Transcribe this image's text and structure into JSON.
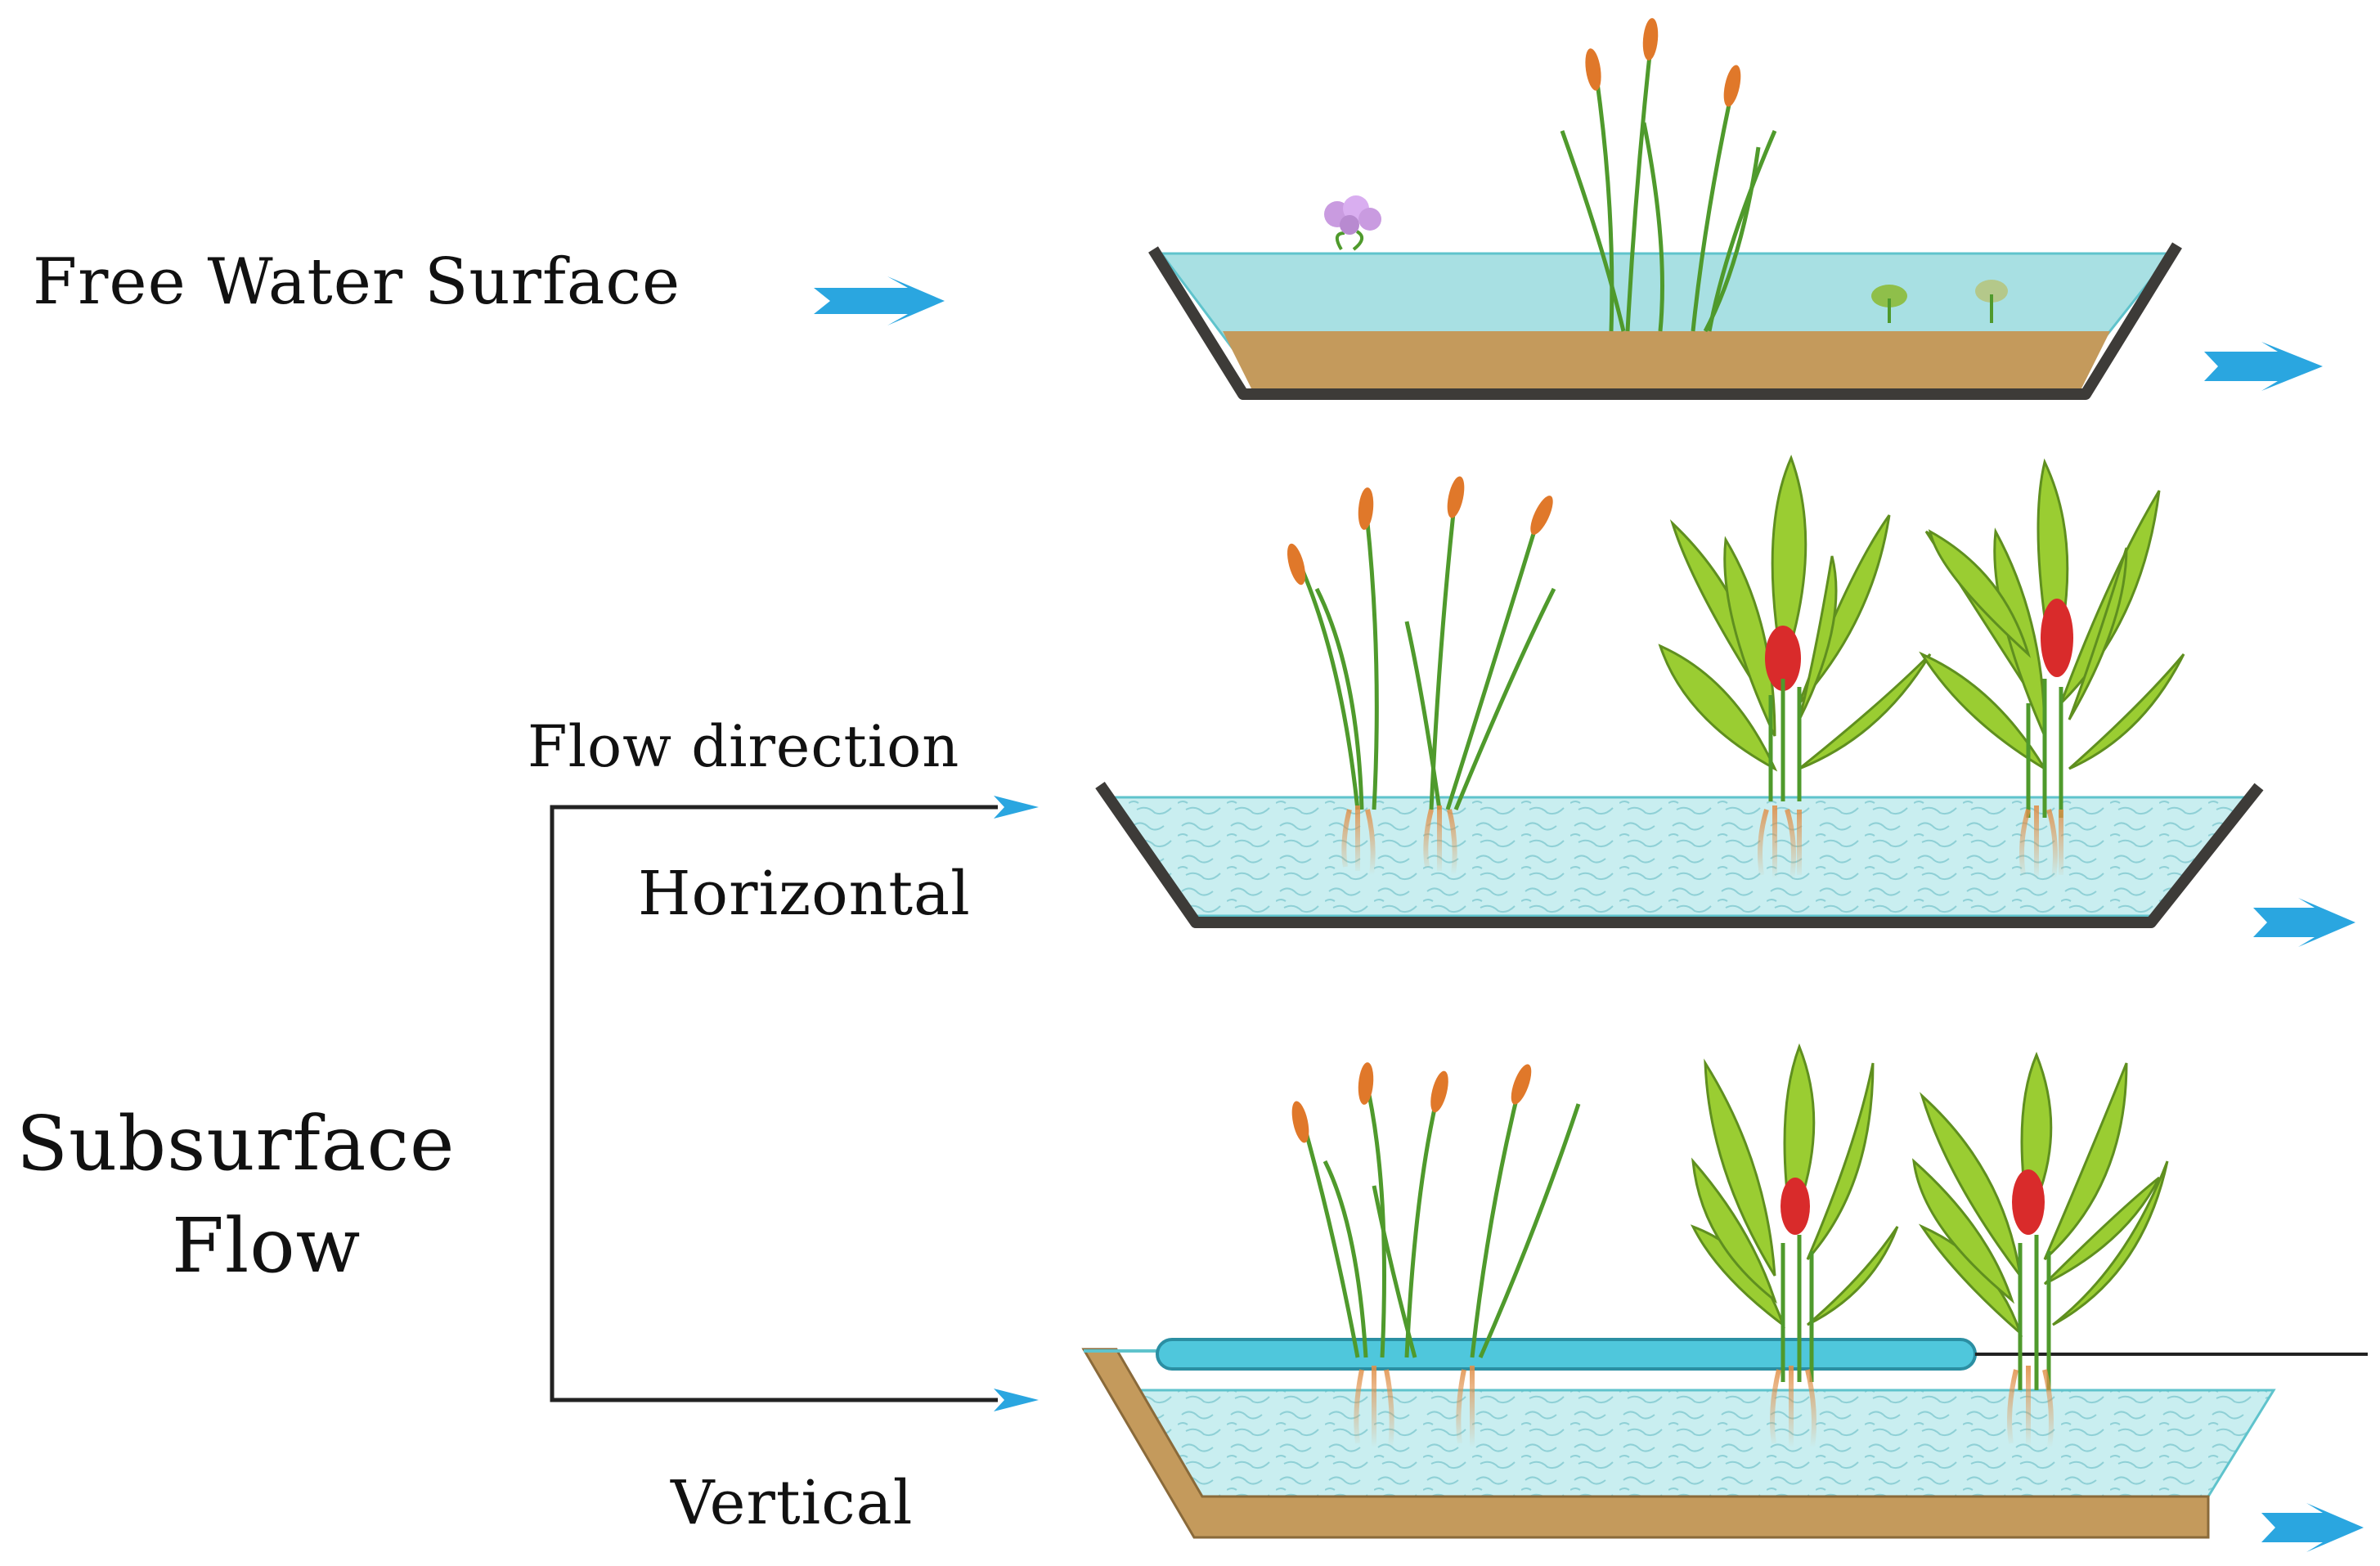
{
  "labels": {
    "free_water_surface": "Free Water Surface",
    "flow_direction": "Flow direction",
    "horizontal": "Horizontal",
    "subsurface_line1": "Subsurface",
    "subsurface_line2": "Flow",
    "vertical": "Vertical"
  },
  "colors": {
    "water": "#a8e0e3",
    "water_edge": "#5fc3cc",
    "soil": "#c49a5c",
    "wall": "#3d3b38",
    "arrow": "#2aa6e0",
    "gravel": "#cdeef0",
    "pipe": "#4fc7dc",
    "reed_leaf": "#4f9a2c",
    "reed_head": "#e0782a",
    "broadleaf": "#9acd32",
    "flower": "#d92b2b",
    "root": "#e0904a"
  }
}
